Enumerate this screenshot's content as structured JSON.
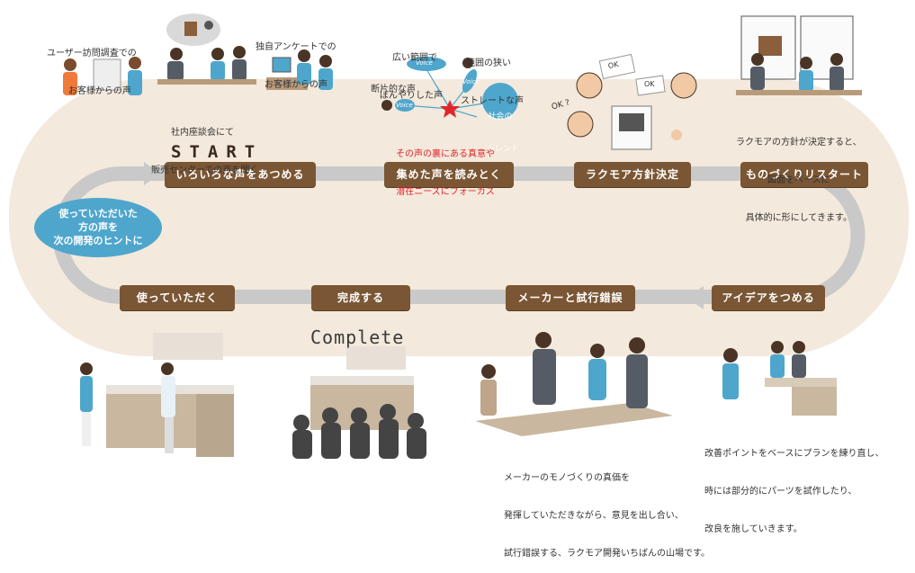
{
  "start_label": "START",
  "complete_label": "Complete",
  "steps": [
    {
      "label": "いろいろな声をあつめる"
    },
    {
      "label": "集めた声を読みとく"
    },
    {
      "label": "ラクモア方針決定"
    },
    {
      "label": "ものづくりリスタート"
    },
    {
      "label": "アイデアをつめる"
    },
    {
      "label": "メーカーと試行錯誤"
    },
    {
      "label": "完成する"
    },
    {
      "label": "使っていただく"
    }
  ],
  "loop_bubble": {
    "line1": "使っていただいた",
    "line2": "方の声を",
    "line3": "次の開発のヒントに"
  },
  "voices": {
    "visit_survey": {
      "line1": "ユーザー訪問調査での",
      "line2": "お客様からの声"
    },
    "own_survey": {
      "line1": "独自アンケートでの",
      "line2": "お客様からの声"
    },
    "meeting": {
      "line1": "社内座談会にて",
      "line2": "販売センターでの声を聞く"
    }
  },
  "reading": {
    "broad": {
      "line1": "広い範囲で",
      "line2": "ぼんやりした声"
    },
    "narrow": {
      "line1": "範囲の狭い",
      "line2": "ストレートな声"
    },
    "fragment": "断片的な声",
    "trend": {
      "line1": "社会の",
      "line2": "トレンド"
    },
    "voice_tag": "Voice",
    "focus": {
      "line1": "その声の裏にある真意や",
      "line2": "潜在ニーズにフォーカス"
    }
  },
  "policy": {
    "ok_tag": "OK",
    "ok_q": "OK ?"
  },
  "restart_note": {
    "line1": "ラクモアの方針が決定すると、",
    "line2": "図面をベースに",
    "line3": "具体的に形にしてきます。"
  },
  "idea_note": {
    "line1": "改善ポイントをベースにプランを練り直し、",
    "line2": "時には部分的にパーツを試作したり、",
    "line3": "改良を施していきます。"
  },
  "maker_note": {
    "line1": "メーカーのモノづくりの真価を",
    "line2": "発揮していただきながら、意見を出し合い、",
    "line3": "試行錯誤する、ラクモア開発いちばんの山場です。"
  },
  "colors": {
    "loop_bg": "#f3e9dc",
    "track": "#c9c9c9",
    "step_bg": "#7a5634",
    "accent": "#4fa6cc",
    "focus_red": "#e0262c"
  }
}
